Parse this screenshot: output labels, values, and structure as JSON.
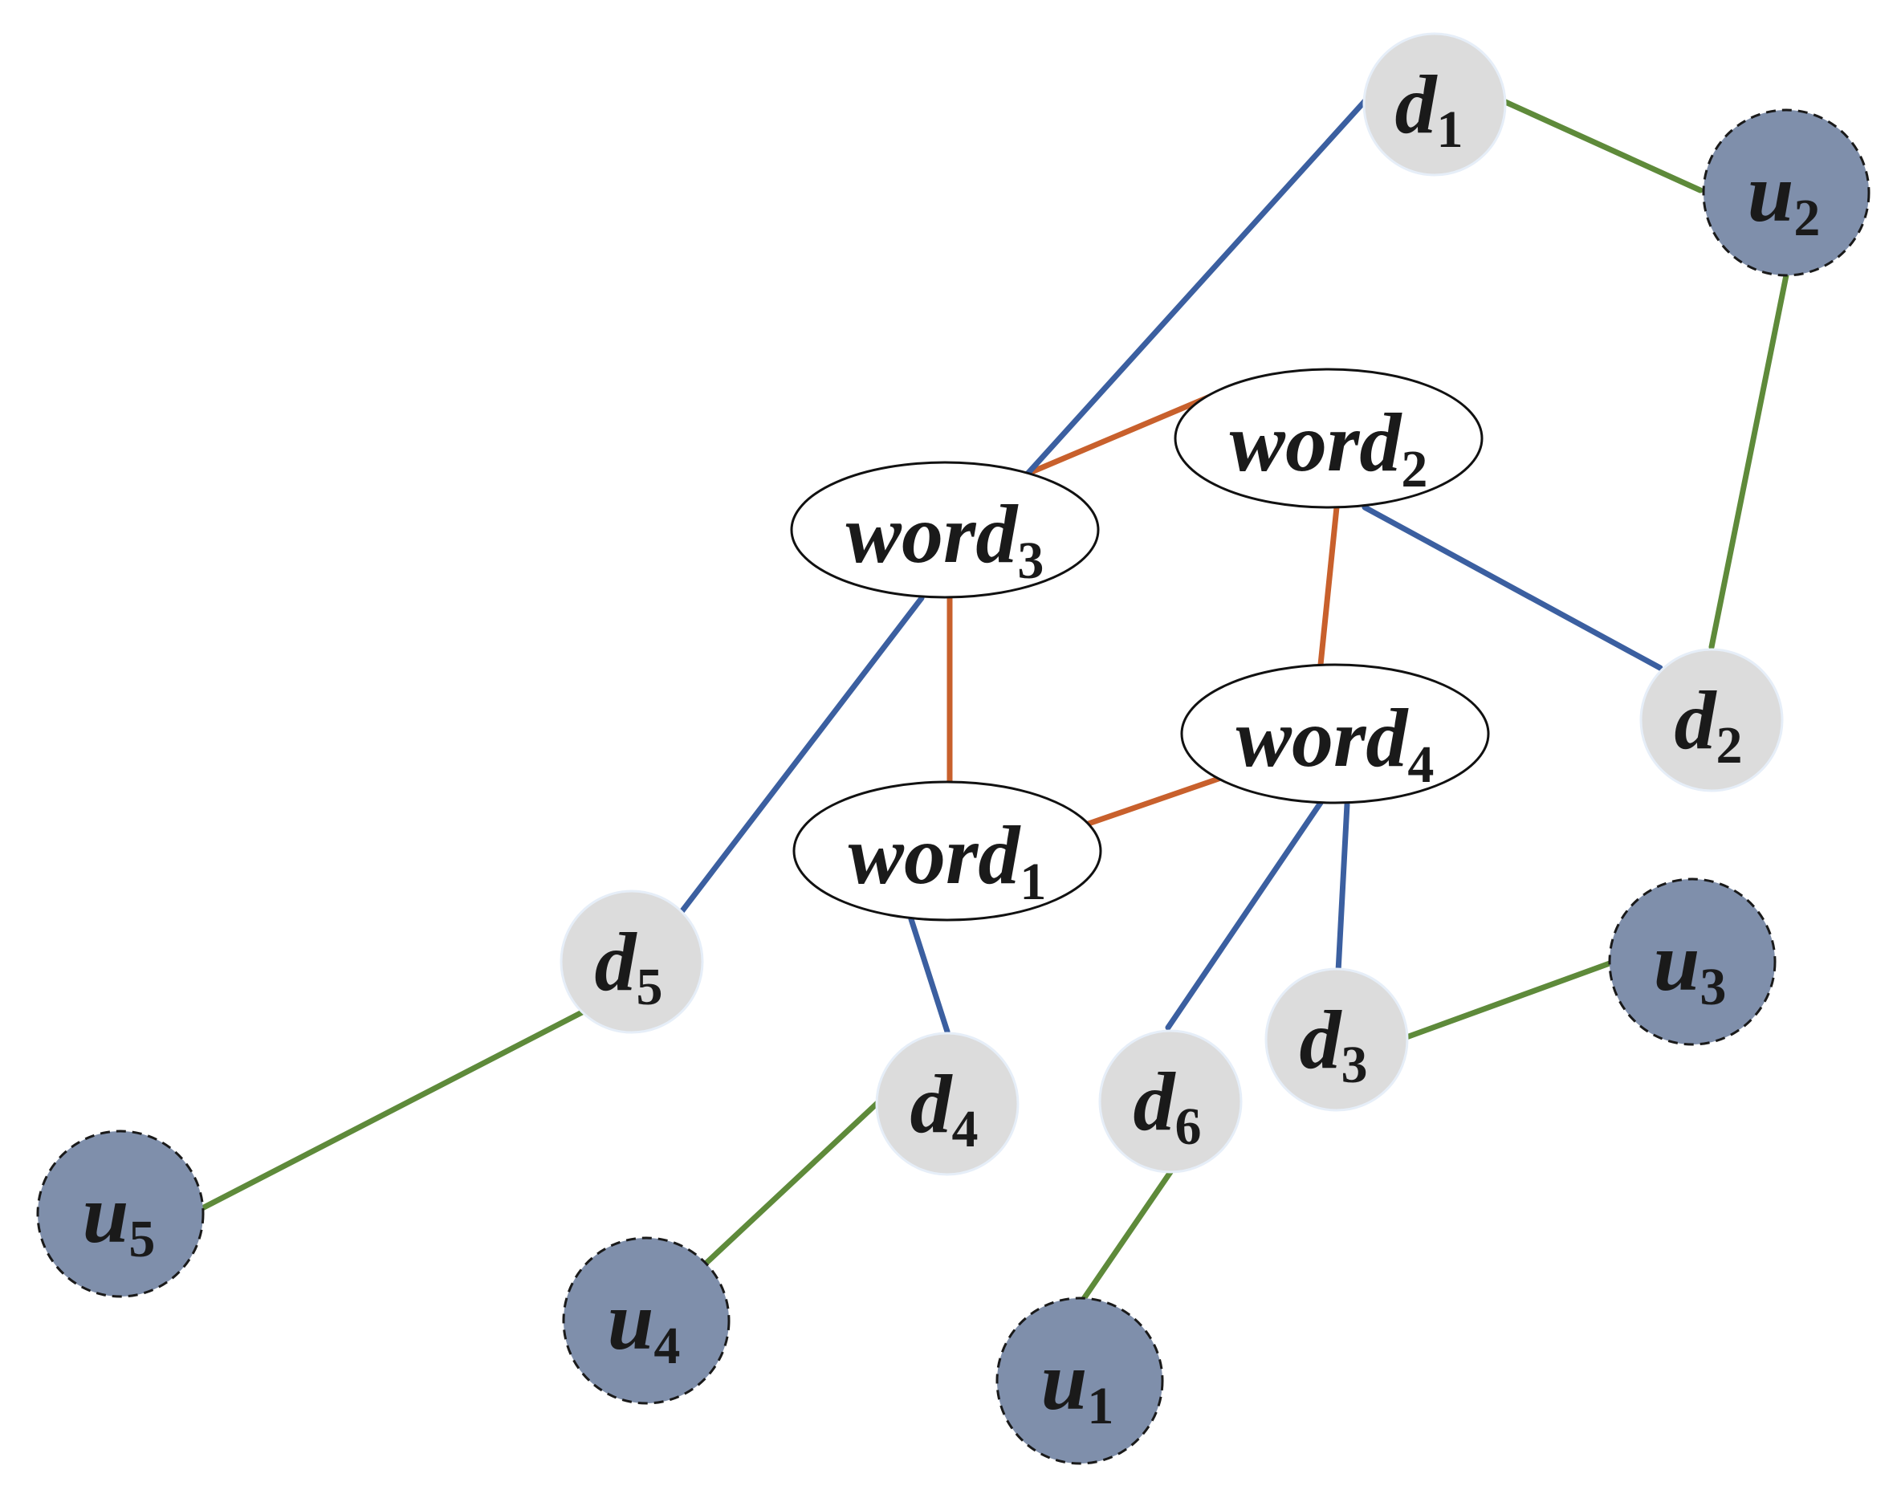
{
  "colors": {
    "word_word_edge": "#c8602c",
    "word_doc_edge": "#3b5fa0",
    "doc_user_edge": "#5e8a3a",
    "doc_fill": "#dcdcdc",
    "user_fill": "#7f8fab",
    "word_fill": "#ffffff"
  },
  "nodes": {
    "word1": {
      "base": "word",
      "sub": "1"
    },
    "word2": {
      "base": "word",
      "sub": "2"
    },
    "word3": {
      "base": "word",
      "sub": "3"
    },
    "word4": {
      "base": "word",
      "sub": "4"
    },
    "d1": {
      "base": "d",
      "sub": "1"
    },
    "d2": {
      "base": "d",
      "sub": "2"
    },
    "d3": {
      "base": "d",
      "sub": "3"
    },
    "d4": {
      "base": "d",
      "sub": "4"
    },
    "d5": {
      "base": "d",
      "sub": "5"
    },
    "d6": {
      "base": "d",
      "sub": "6"
    },
    "u1": {
      "base": "u",
      "sub": "1"
    },
    "u2": {
      "base": "u",
      "sub": "2"
    },
    "u3": {
      "base": "u",
      "sub": "3"
    },
    "u4": {
      "base": "u",
      "sub": "4"
    },
    "u5": {
      "base": "u",
      "sub": "5"
    }
  }
}
